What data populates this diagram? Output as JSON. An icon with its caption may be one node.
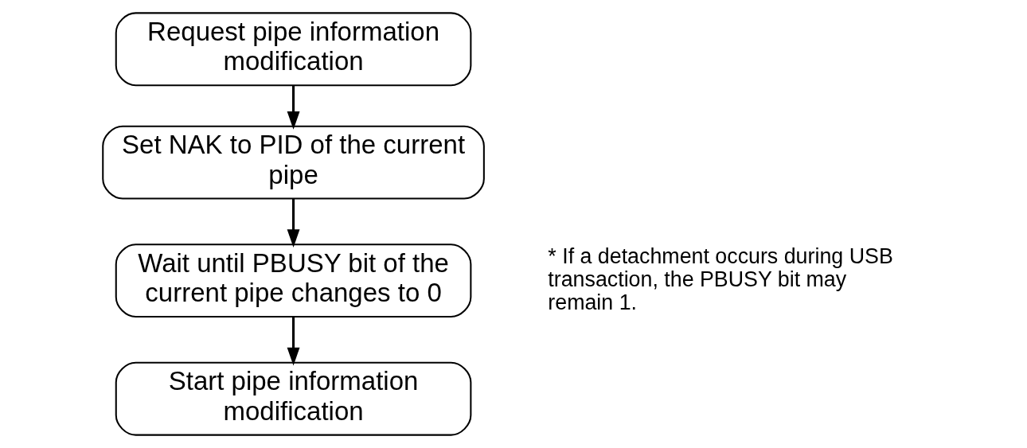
{
  "diagram": {
    "nodes": [
      {
        "text": [
          "Request pipe information modification"
        ]
      },
      {
        "text": [
          "Set NAK to PID of the current pipe"
        ]
      },
      {
        "text": [
          "Wait until PBUSY bit of the current pipe changes to 0"
        ],
        "beside": [
          "* If a detachment occurs during USB transaction, the PBUSY bit may remain 1."
        ]
      },
      {
        "text": [
          "Start pipe information modification"
        ]
      }
    ],
    "edges": [
      {
        "from": 0,
        "to": 1,
        "arrow": "to"
      },
      {
        "from": 1,
        "to": 2,
        "arrow": "to"
      },
      {
        "from": 2,
        "to": 3,
        "arrow": "to"
      }
    ]
  }
}
